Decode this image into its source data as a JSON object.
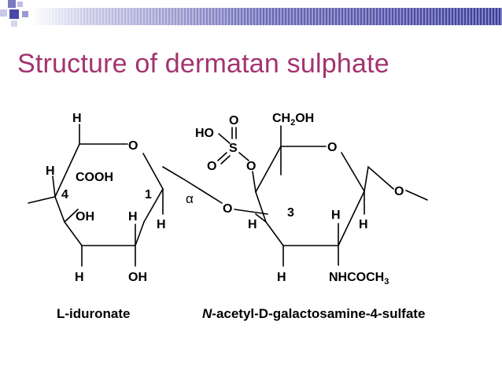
{
  "slide": {
    "title": "Structure of dermatan sulphate",
    "title_color": "#a3336f",
    "banner_color": "#3c3c9c"
  },
  "iduronate": {
    "h_top": "H",
    "o_ring": "O",
    "h_c5": "H",
    "cooh": "COOH",
    "num_4": "4",
    "num_1": "1",
    "oh_c3": "OH",
    "h_c2": "H",
    "h_c1": "H",
    "h_bottom": "H",
    "oh_bottom": "OH",
    "caption": "L-iduronate"
  },
  "linkage": {
    "alpha": "α",
    "o_glycosidic": "O"
  },
  "galnac": {
    "sulfate_o_top": "O",
    "sulfate_ho": "HO",
    "sulfate_s": "S",
    "sulfate_o_left": "O",
    "sulfate_o_bridge": "O",
    "ch2oh_prefix": "CH",
    "ch2oh_sub": "2",
    "ch2oh_suffix": "OH",
    "o_ring": "O",
    "o_right": "O",
    "num_3": "3",
    "h_c4": "H",
    "h_c2": "H",
    "h_c1": "H",
    "h_bottom": "H",
    "nhcoch_prefix": "NHCOCH",
    "nhcoch_sub": "3",
    "caption_italic": "N",
    "caption_rest": "-acetyl-D-galactosamine-4-sulfate"
  }
}
